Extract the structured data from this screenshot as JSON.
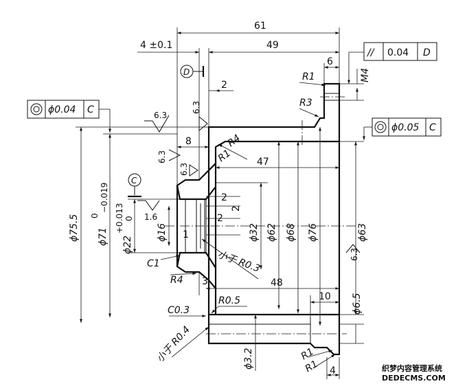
{
  "dims": {
    "d61": "61",
    "d4tol": "4 ±0.1",
    "d49": "49",
    "d6": "6",
    "m4": "M4",
    "r1_top": "R1",
    "r3": "R3",
    "d2_top": "2",
    "d8": "8",
    "r4_inner": "R4",
    "r1_inner": "R1",
    "d47": "47",
    "d2_a": "2",
    "d2_b": "2",
    "d2_c": "2",
    "d1": "1",
    "phi755": "ϕ75.5",
    "phi71": "ϕ71",
    "phi71_tol_up": "0",
    "phi71_tol_dn": "−0.019",
    "phi22": "ϕ22",
    "phi22_tol_up": "+0.013",
    "phi22_tol_dn": "0",
    "phi16": "ϕ16",
    "phi32": "ϕ32",
    "phi62": "ϕ62",
    "phi68": "ϕ68",
    "phi76": "ϕ76",
    "phi63": "ϕ63",
    "phi65": "ϕ6.5",
    "phi32b": "ϕ3.2",
    "c1": "C1",
    "r4_outer": "R4",
    "d3": "3",
    "d48": "48",
    "r05": "R0.5",
    "d10": "10",
    "c03": "C0.3",
    "xiaoyu_r03": "小于 R0.3",
    "xiaoyu_r04": "小于 R0.4",
    "r1_bot_a": "R1",
    "r1_bot_b": "R1",
    "d4_bot": "4"
  },
  "roughness": {
    "r63_a": "6.3",
    "r63_b": "6.3",
    "r63_c": "6.3",
    "r63_d": "6.3",
    "r63_e": "6.3",
    "r16": "1.6"
  },
  "datums": {
    "d": "D",
    "c": "C"
  },
  "frames": {
    "parallel": {
      "symbol": "//",
      "value": "0.04",
      "datum": "D"
    },
    "coax_left": {
      "value": "ϕ0.04",
      "datum": "C"
    },
    "coax_right": {
      "value": "ϕ0.05",
      "datum": "C"
    }
  },
  "watermark": {
    "line1": "织梦内容管理系统",
    "line2": "DEDECMS.COM"
  }
}
